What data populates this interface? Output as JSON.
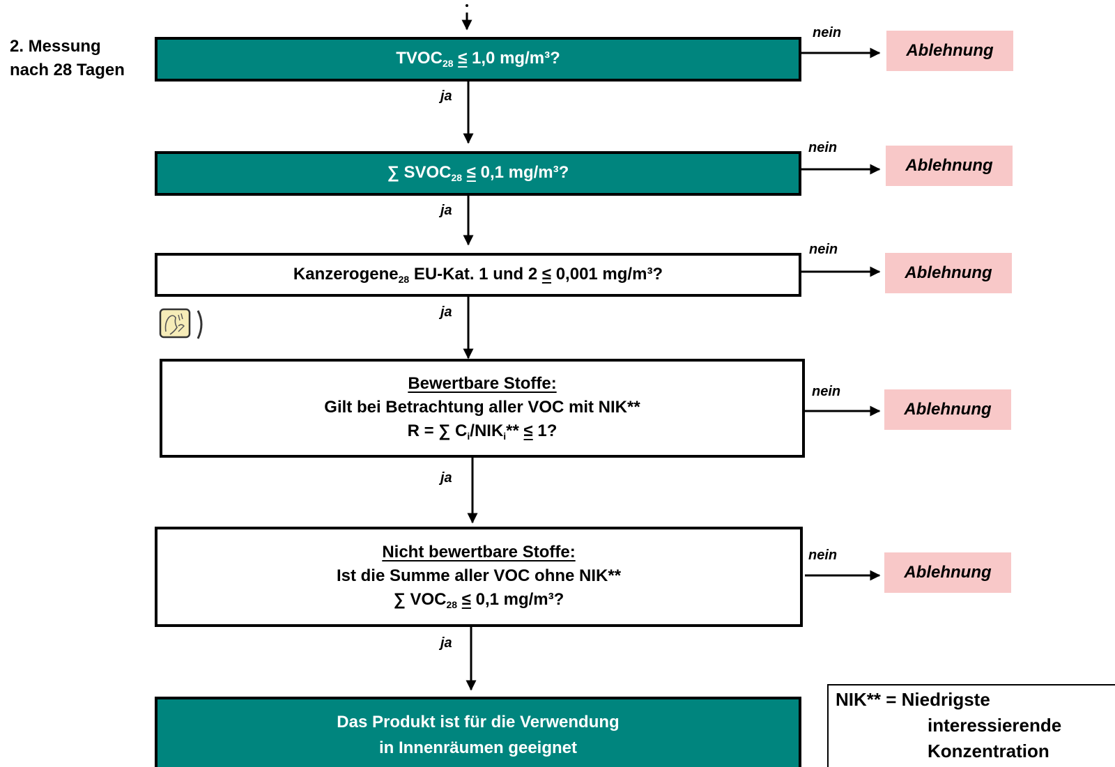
{
  "step_label": {
    "line1": "2. Messung",
    "line2": "nach 28 Tagen"
  },
  "edge_labels": {
    "yes": "ja",
    "no": "nein"
  },
  "reject_label": "Ablehnung",
  "colors": {
    "teal": "#00857e",
    "reject_bg": "#f8c8c8",
    "border": "#000000"
  },
  "decisions": [
    {
      "pre": "TVOC",
      "sub": "28",
      "post": "1,0 mg/m³?",
      "style": "teal"
    },
    {
      "pre": "∑ SVOC",
      "sub": "28",
      "post": "0,1 mg/m³?",
      "style": "teal"
    },
    {
      "pre": "Kanzerogene",
      "sub": "28",
      "mid": " EU-Kat. 1 und 2 ",
      "post": "0,001 mg/m³?",
      "style": "white"
    },
    {
      "heading": "Bewertbare Stoffe:",
      "line2": "Gilt bei Betrachtung aller VOC mit NIK**",
      "line3_pre": "R = ∑ C",
      "line3_sub1": "i",
      "line3_mid": "/NIK",
      "line3_sub2": "i",
      "line3_post": "** ",
      "line3_end": "1?",
      "style": "white"
    },
    {
      "heading": "Nicht bewertbare Stoffe:",
      "line2": "Ist die Summe aller VOC ohne NIK**",
      "line3_pre": "∑ VOC",
      "line3_sub": "28",
      "line3_end": "0,1 mg/m³?",
      "style": "white"
    }
  ],
  "le_symbol": "≤",
  "result": {
    "line1": "Das Produkt ist für die Verwendung",
    "line2": "in Innenräumen geeignet"
  },
  "legend": {
    "line1": "NIK** = Niedrigste",
    "line2": "interessierende",
    "line3": "Konzentration"
  },
  "icons": {
    "odour": "face-smell-icon"
  }
}
